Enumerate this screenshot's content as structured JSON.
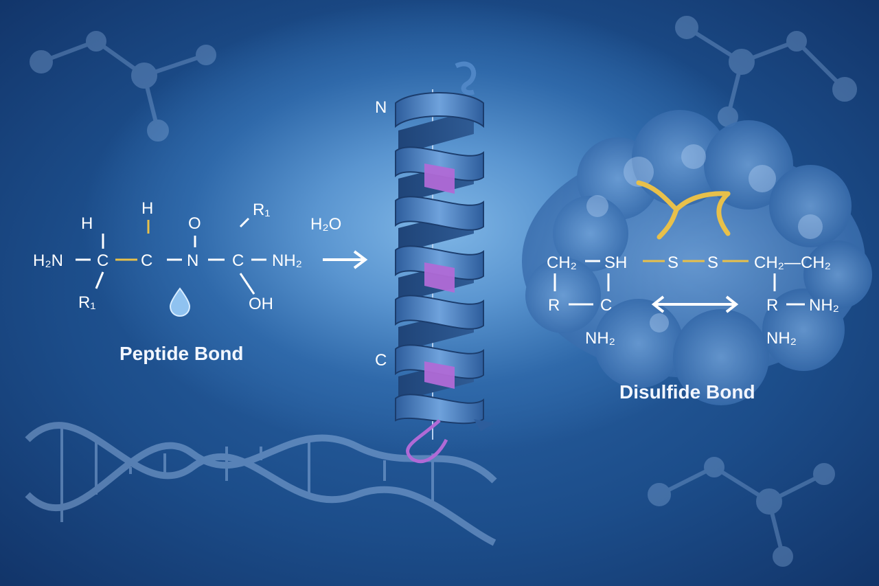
{
  "peptide": {
    "h_top1": "H",
    "h2n": "H₂N",
    "c1": "C",
    "r1_bottom": "R₁",
    "h_top2": "H",
    "c2": "C",
    "o_top": "O",
    "n": "N",
    "r1_top": "R₁",
    "c3": "C",
    "nh2": "NH₂",
    "oh": "OH",
    "caption": "Peptide Bond"
  },
  "water": "H₂O",
  "helix": {
    "n_label": "N",
    "c_label": "C"
  },
  "disulfide": {
    "ch2_left": "CH₂",
    "sh": "SH",
    "s1": "S",
    "s2": "S",
    "ch2_ch2": "CH₂—CH₂",
    "r_left": "R",
    "c_left": "C",
    "nh2_left": "NH₂",
    "r_right": "R",
    "nh2_right_top": "NH₂",
    "nh2_right_bottom": "NH₂",
    "caption": "Disulfide Bond"
  },
  "colors": {
    "bond_yellow": "#e8c04a",
    "helix_blue": "#4f86c6",
    "helix_highlight": "#b06ad6"
  }
}
